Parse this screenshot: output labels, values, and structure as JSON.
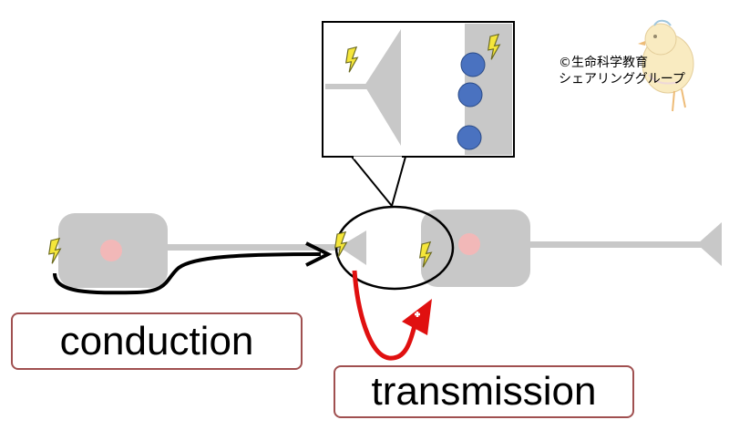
{
  "labels": {
    "conduction": "conduction",
    "transmission": "transmission"
  },
  "credit": {
    "line1": "©生命科学教育",
    "line2": "シェアリンググループ"
  },
  "colors": {
    "neuron": "#c8c8c8",
    "nucleus": "#f2b8b8",
    "vesicle": "#4a72c0",
    "bolt": "#f5e63a",
    "arrow_conduction": "#000000",
    "arrow_transmission": "#e01010",
    "label_border": "#a05050"
  },
  "icons": [
    "lightning-bolt-icon",
    "chick-mascot-icon"
  ]
}
